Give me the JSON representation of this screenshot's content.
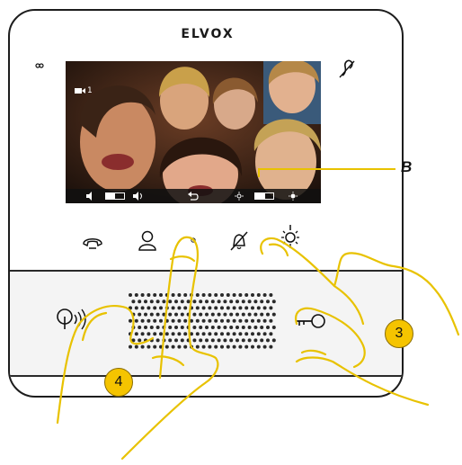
{
  "device": {
    "brand": "ELVOX",
    "screen": {
      "camera_label": "1",
      "toolbar": {
        "speaker_volume_level": 0.5,
        "brightness_level": 0.55
      }
    }
  },
  "callouts": {
    "b_label": "B",
    "step_3": "3",
    "step_4": "4"
  },
  "colors": {
    "badge_fill": "#f5c400",
    "hand_outline": "#e8c200",
    "callout_line": "#e8c200"
  },
  "icons": [
    "mic-icon",
    "hearing-aid-icon",
    "handset-icon",
    "user-icon",
    "mute-bell-icon",
    "door-light-icon",
    "intercom-talk-icon",
    "key-lock-icon"
  ]
}
